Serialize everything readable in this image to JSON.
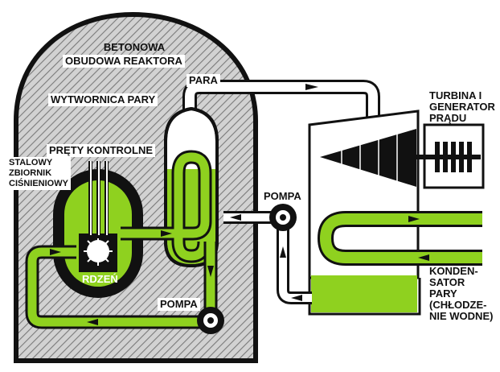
{
  "colors": {
    "coolant": "#8fd11f",
    "outline": "#111111",
    "building": "#cfcfcf",
    "hatch": "#7a7a7a",
    "background": "#ffffff"
  },
  "labels": {
    "containment_line1": "BETONOWA",
    "containment_line2": "OBUDOWA REAKTORA",
    "steam": "PARA",
    "steam_generator": "WYTWORNICA PARY",
    "turbine_line1": "TURBINA I",
    "turbine_line2": "GENERATOR",
    "turbine_line3": "PRĄDU",
    "control_rods": "PRĘTY KONTROLNE",
    "vessel_line1": "STALOWY",
    "vessel_line2": "ZBIORNIK",
    "vessel_line3": "CIŚNIENIOWY",
    "pump_upper": "POMPA",
    "pump_lower": "POMPA",
    "core": "RDZEŃ",
    "condenser_line1": "KONDEN-",
    "condenser_line2": "SATOR",
    "condenser_line3": "PARY",
    "condenser_line4": "(CHŁODZE-",
    "condenser_line5": "NIE WODNE)"
  },
  "icons": {
    "pump": "pump-icon",
    "flow": "flow-arrow-icon",
    "core_glow": "core-glow-icon",
    "turbine": "turbine-icon",
    "generator": "generator-icon"
  }
}
